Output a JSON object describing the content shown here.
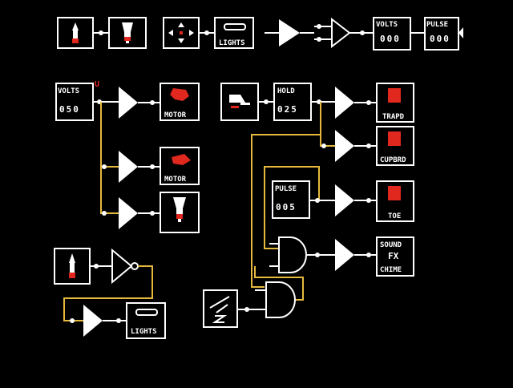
{
  "labels": {
    "volts": "VOLTS",
    "pulse": "PULSE",
    "lights": "LIGHTS",
    "motor": "MOTOR",
    "hold": "HOLD",
    "trapd": "TRAPD",
    "cupbrd": "CUPBRD",
    "toe": "TOE",
    "sound": "SOUND",
    "fx": "FX",
    "chime": "CHIME",
    "u_marker": "U"
  },
  "values": {
    "volts_top": "000",
    "pulse_top": "000",
    "volts_main": "050",
    "hold": "025",
    "pulse_main": "005"
  },
  "colors": {
    "background": "#000000",
    "wire": "#e6b83c",
    "device_red": "#e0281e",
    "line": "#ffffff"
  }
}
